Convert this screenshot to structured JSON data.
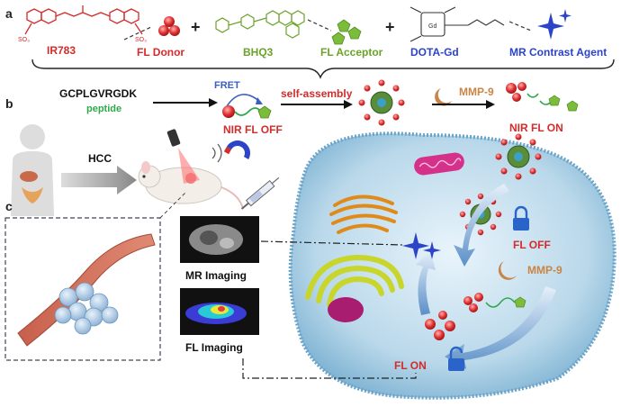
{
  "panels": {
    "a": "a",
    "b": "b",
    "c": "c"
  },
  "top_row": {
    "ir783": "IR783",
    "fl_donor": "FL Donor",
    "bhq3": "BHQ3",
    "fl_acceptor": "FL  Acceptor",
    "dota_gd": "DOTA-Gd",
    "mr_agent": "MR Contrast Agent",
    "plus": "+"
  },
  "row_b": {
    "peptide_seq": "GCPLGVRGDK",
    "peptide": "peptide",
    "fret": "FRET",
    "nir_off": "NIR FL OFF",
    "self_assembly": "self-assembly",
    "mmp9": "MMP-9",
    "nir_on": "NIR FL ON",
    "hcc": "HCC"
  },
  "cell": {
    "fl_off": "FL OFF",
    "mmp9": "MMP-9",
    "fl_on": "FL ON"
  },
  "imaging": {
    "mr": "MR Imaging",
    "fl": "FL Imaging"
  },
  "colors": {
    "ir783": "#d42b2b",
    "donor": "#d42b2b",
    "bhq3": "#6aa32a",
    "acceptor": "#7bbd3a",
    "dota": "#2b44c8",
    "mr": "#2b44c8",
    "peptide": "#2fa84a",
    "fret": "#3b5fc0",
    "mmp9": "#c98545",
    "cell": "#a9cde3"
  }
}
